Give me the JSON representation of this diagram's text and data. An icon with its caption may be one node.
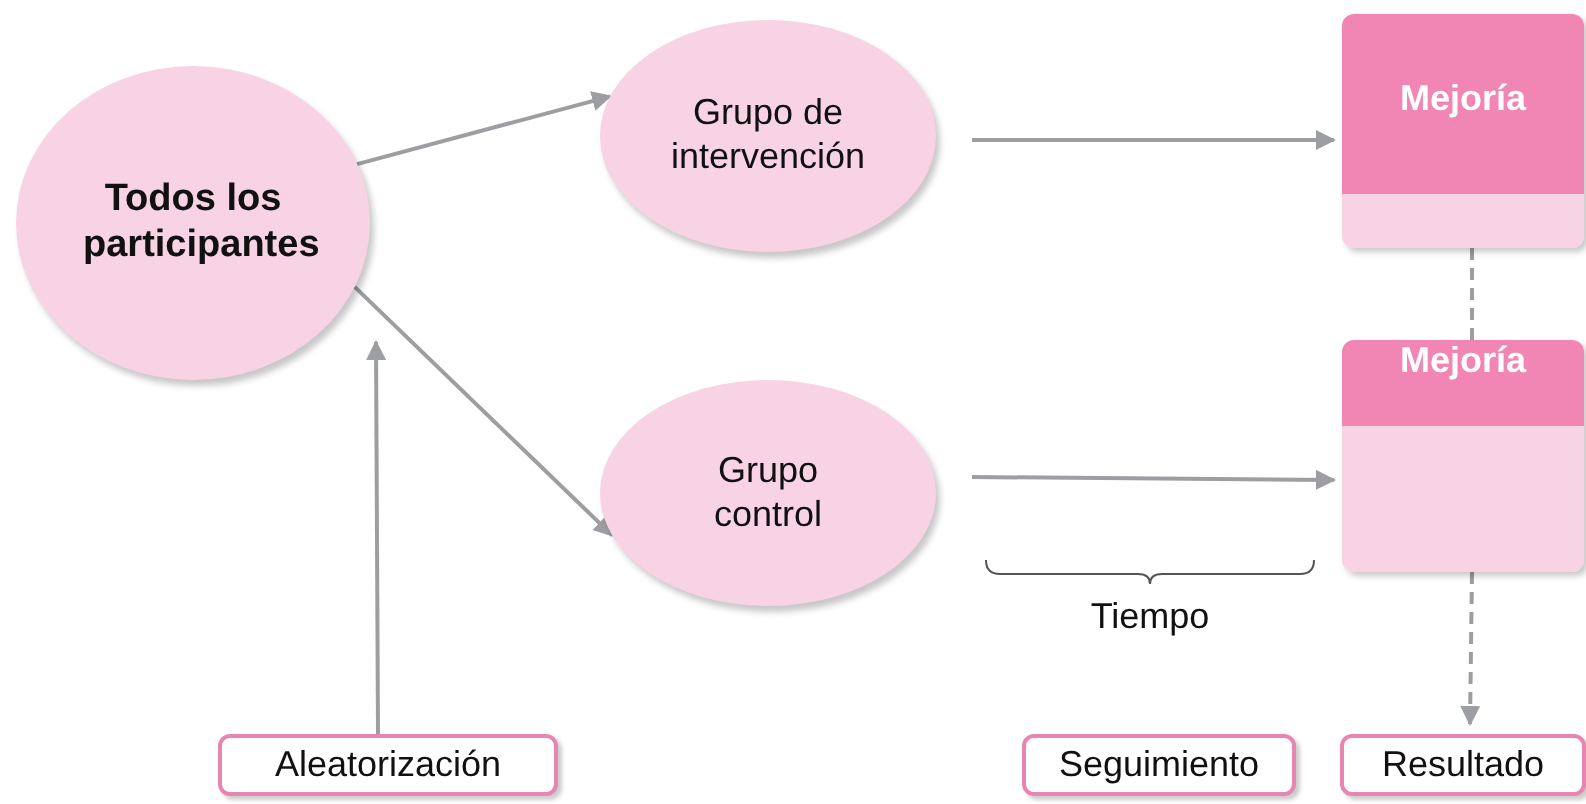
{
  "diagram": {
    "nodes": [
      {
        "text": [
          "Todos los participantes"
        ]
      },
      {
        "text": [
          "Grupo de intervención"
        ]
      },
      {
        "text": [
          "Grupo control"
        ]
      },
      {
        "text": [
          "Mejoría"
        ]
      },
      {
        "text": [
          "Mejoría"
        ]
      },
      {
        "text": [
          "Aleatorización"
        ]
      },
      {
        "text": [
          "Seguimiento"
        ]
      },
      {
        "text": [
          "Resultado"
        ]
      }
    ],
    "edges": [
      {
        "from": 0,
        "to": 1,
        "arrow": "to"
      },
      {
        "from": 0,
        "to": 2,
        "arrow": "to"
      },
      {
        "from": 1,
        "to": 3,
        "arrow": "to"
      },
      {
        "from": 2,
        "to": 4,
        "arrow": "to"
      },
      {
        "from": 5,
        "to": 0,
        "arrow": "to"
      },
      {
        "from": 3,
        "to": 4,
        "arrow": "none",
        "style": "dashed"
      },
      {
        "from": 4,
        "to": 7,
        "arrow": "to",
        "style": "dashed"
      }
    ],
    "labels": [
      "Tiempo"
    ]
  }
}
